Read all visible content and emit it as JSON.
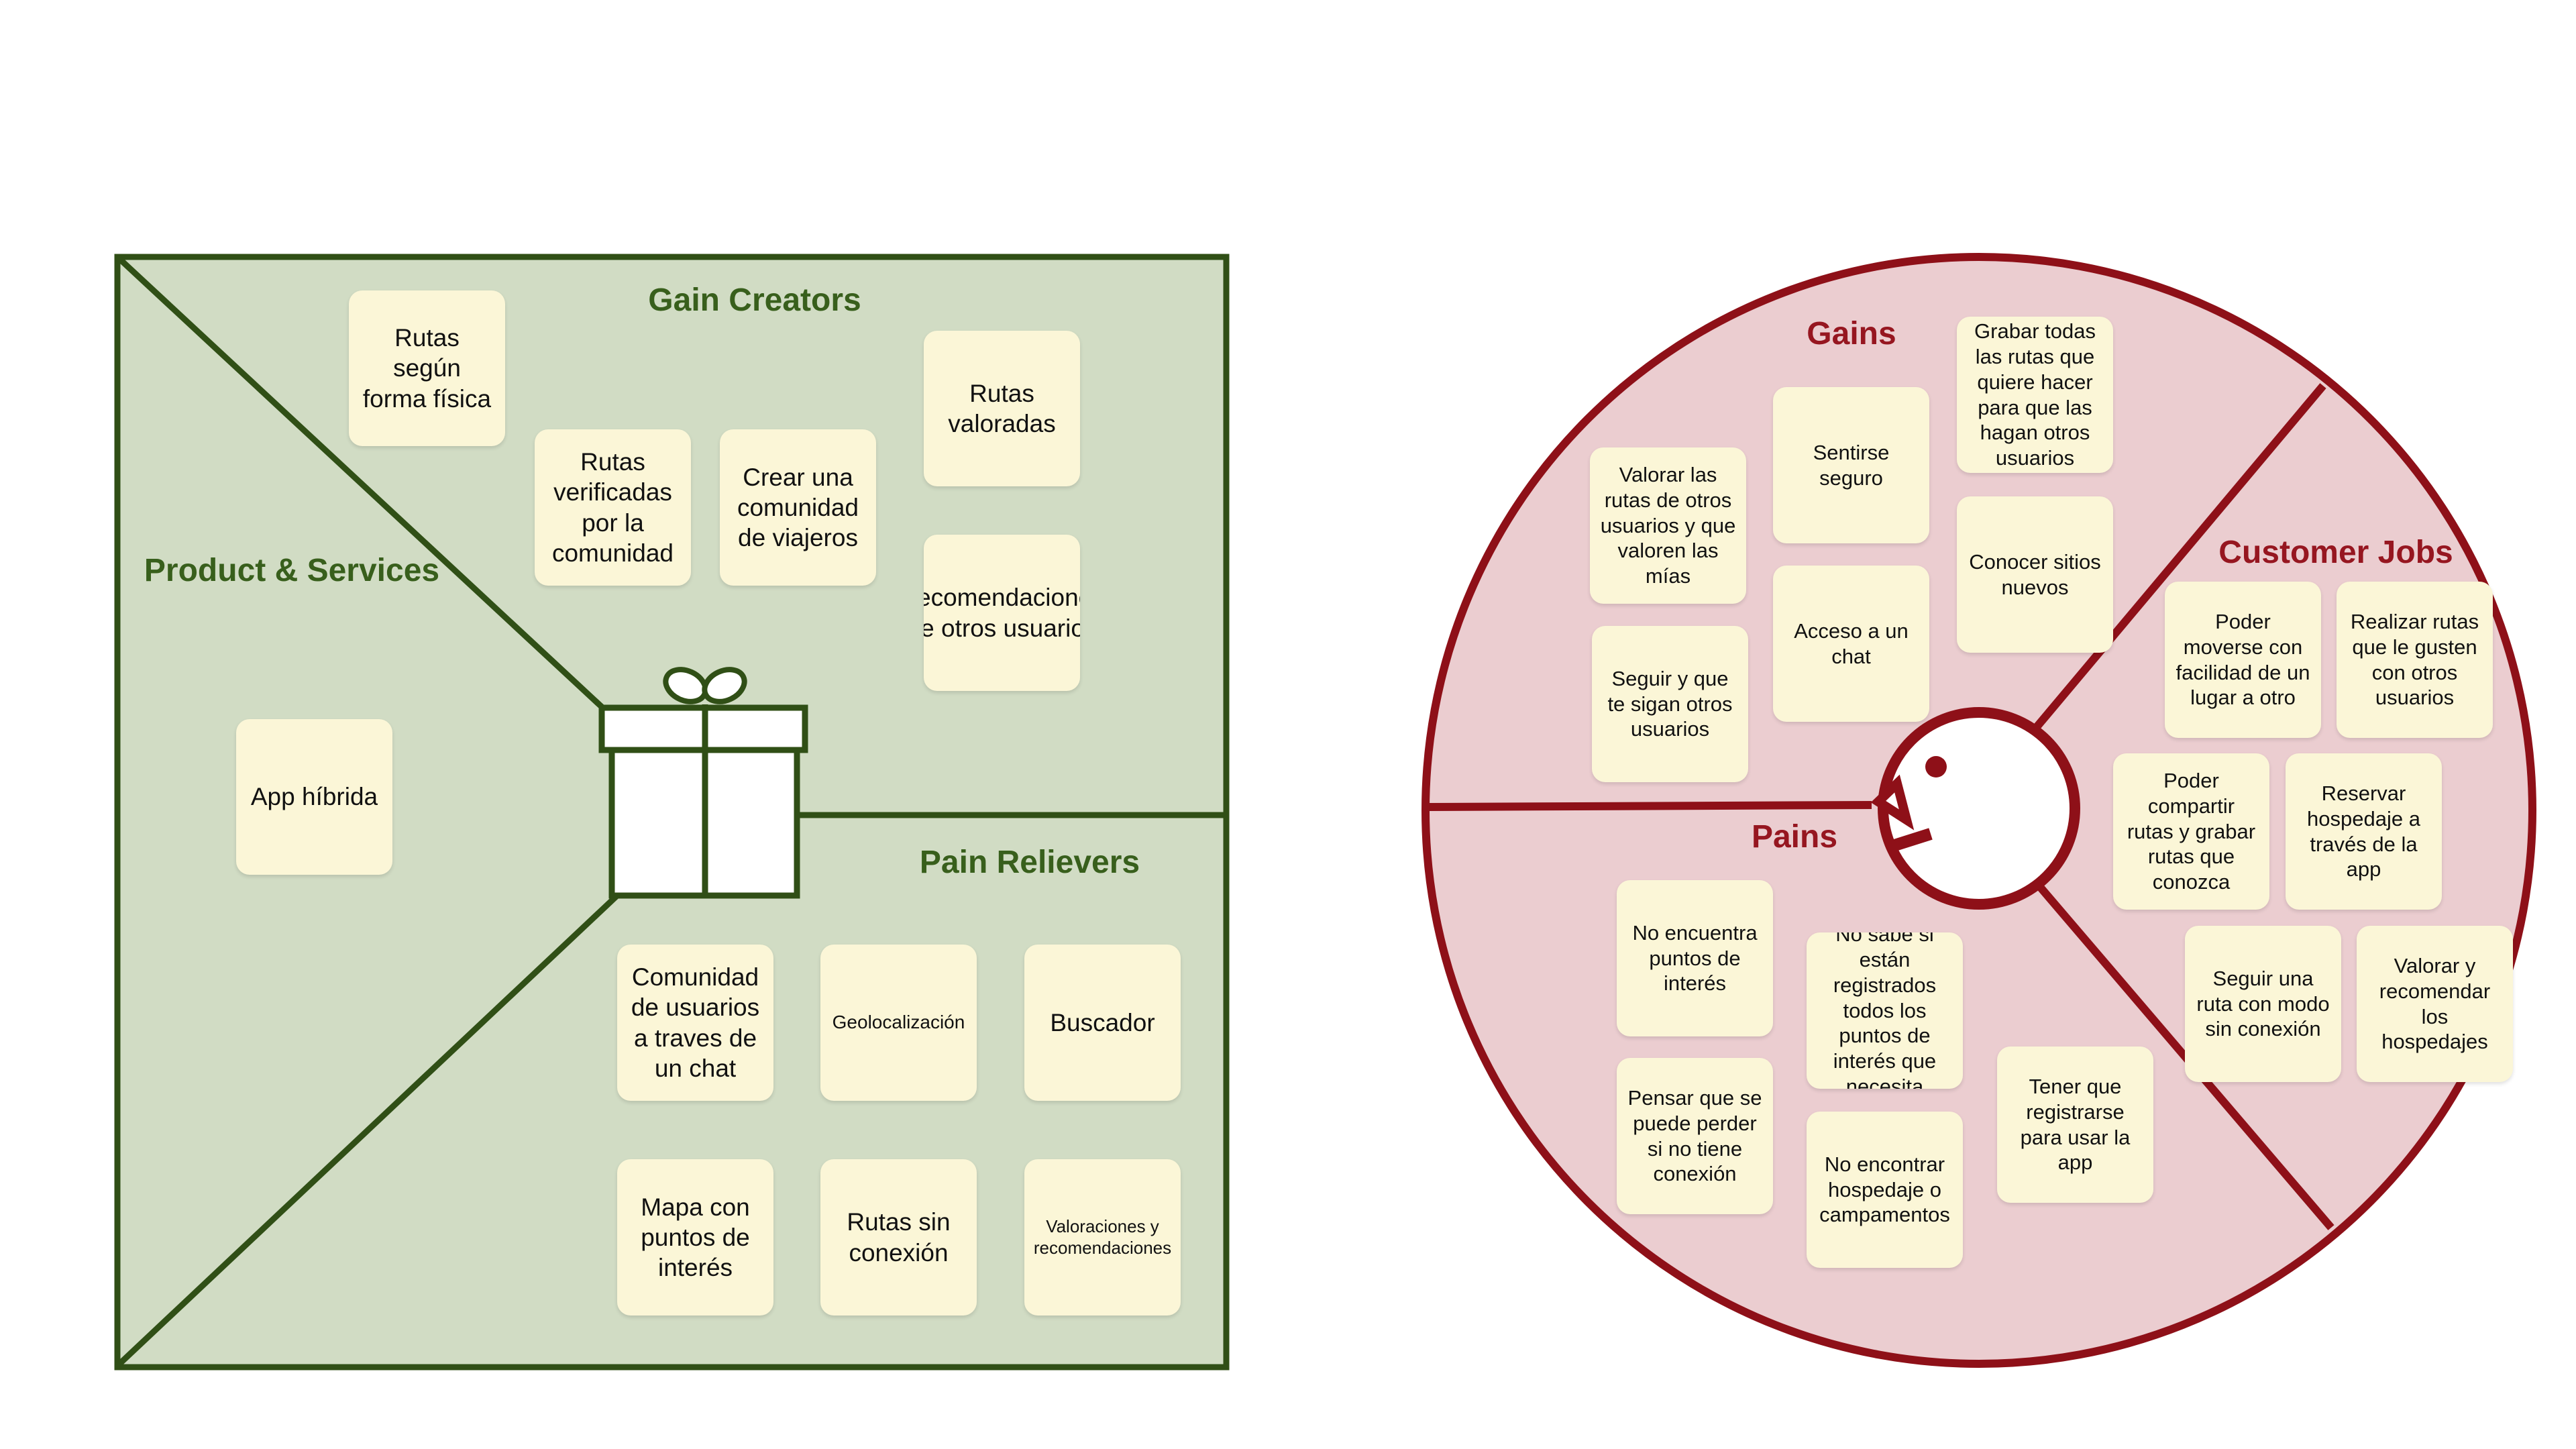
{
  "colors": {
    "value_map_fill": "#d1dcc4",
    "value_map_stroke": "#304f16",
    "value_map_title": "#385f1c",
    "profile_fill": "#ebcdd0",
    "profile_stroke": "#8e1018",
    "profile_title": "#961620",
    "sticky_note": "#fbf6d7"
  },
  "value_map": {
    "icon": "gift-icon",
    "sections": {
      "gain_creators": "Gain Creators",
      "product_services": "Product & Services",
      "pain_relievers": "Pain Relievers"
    },
    "gain_creators_notes": [
      "Rutas según forma física",
      "Rutas verificadas por la comunidad",
      "Crear una comunidad de viajeros",
      "Rutas valoradas",
      "Recomendaciones de otros usuarios"
    ],
    "product_services_notes": [
      "App híbrida"
    ],
    "pain_relievers_notes": [
      "Comunidad de usuarios a traves de un chat",
      "Geolocalización",
      "Buscador",
      "Mapa con puntos de interés",
      "Rutas sin conexión",
      "Valoraciones y recomendaciones"
    ]
  },
  "customer_profile": {
    "icon": "customer-face-icon",
    "sections": {
      "gains": "Gains",
      "pains": "Pains",
      "customer_jobs": "Customer Jobs"
    },
    "gains_notes": [
      "Valorar las rutas de otros usuarios y que valoren las mías",
      "Sentirse seguro",
      "Grabar todas las rutas que quiere hacer para que las hagan otros usuarios",
      "Seguir y que te sigan otros usuarios",
      "Acceso a un chat",
      "Conocer sitios nuevos"
    ],
    "pains_notes": [
      "No encuentra puntos de interés",
      "No sabe si están registrados todos los puntos de interés que necesita",
      "Pensar que se puede perder si no tiene conexión",
      "No encontrar hospedaje o campamentos",
      "Tener que registrarse para usar la app"
    ],
    "customer_jobs_notes": [
      "Poder moverse con facilidad de un lugar a otro",
      "Realizar rutas que le gusten con otros usuarios",
      "Poder compartir rutas y grabar rutas que conozca",
      "Reservar hospedaje a través de la app",
      "Seguir una ruta con modo sin conexión",
      "Valorar y recomendar los hospedajes"
    ]
  }
}
